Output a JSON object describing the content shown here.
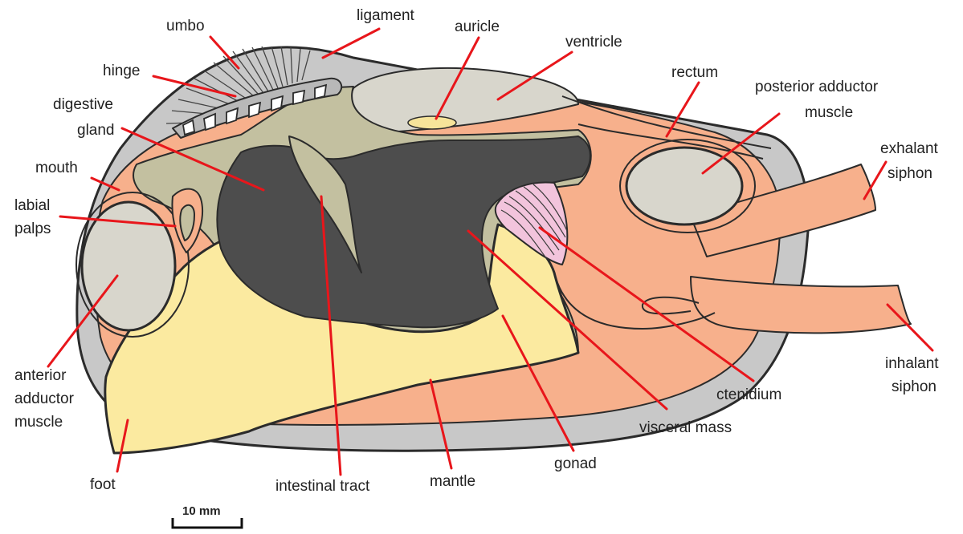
{
  "colors": {
    "shell": "#c8c8c8",
    "mantle": "#f7b08c",
    "foot": "#fbeaa0",
    "gland": "#c3c0a0",
    "digestive": "#4d4d4d",
    "muscle": "#d8d6cc",
    "ctenidium": "#f2c4dc",
    "auricle": "#f6e49a",
    "leader": "#e8161b"
  },
  "labels": {
    "umbo": "umbo",
    "ligament": "ligament",
    "auricle": "auricle",
    "ventricle": "ventricle",
    "rectum": "rectum",
    "posterior_adductor_1": "posterior adductor",
    "posterior_adductor_2": "muscle",
    "exhalant_1": "exhalant",
    "exhalant_2": "siphon",
    "hinge": "hinge",
    "digestive_1": "digestive",
    "digestive_2": "gland",
    "mouth": "mouth",
    "labial_1": "labial",
    "labial_2": "palps",
    "anterior_1": "anterior",
    "anterior_2": "adductor",
    "anterior_3": "muscle",
    "inhalant_1": "inhalant",
    "inhalant_2": "siphon",
    "ctenidium": "ctenidium",
    "visceral_mass": "visceral mass",
    "gonad": "gonad",
    "foot": "foot",
    "intestinal_tract": "intestinal tract",
    "mantle": "mantle"
  },
  "scale_bar": {
    "label": "10 mm"
  }
}
